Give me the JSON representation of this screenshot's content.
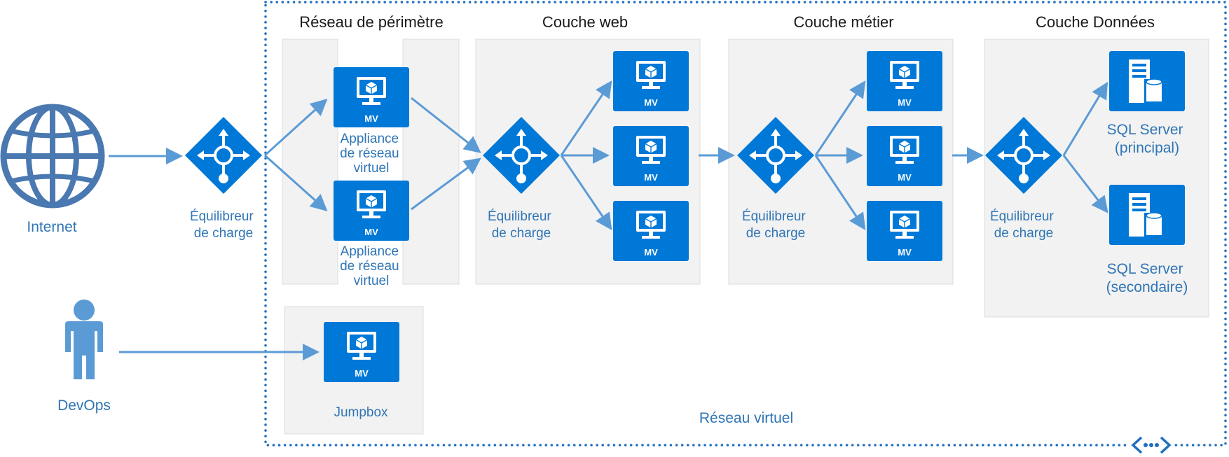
{
  "zones": {
    "perimeter": "Réseau de périmètre",
    "web": "Couche web",
    "business": "Couche métier",
    "data": "Couche Données"
  },
  "virtual_network_label": "Réseau virtuel",
  "internet_label": "Internet",
  "devops_label": "DevOps",
  "load_balancer_lines": [
    "Équilibreur",
    "de charge"
  ],
  "vm_label": "MV",
  "nva_lines": [
    "Appliance",
    "de réseau",
    "virtuel"
  ],
  "jumpbox_label": "Jumpbox",
  "sql_primary_lines": [
    "SQL Server",
    "(principal)"
  ],
  "sql_secondary_lines": [
    "SQL Server",
    "(secondaire)"
  ],
  "icons": {
    "internet": "globe-icon",
    "devops": "person-icon",
    "load_balancer": "load-balancer-icon",
    "vm": "vm-monitor-icon",
    "sql": "sql-server-icon",
    "vnet": "vnet-icon"
  },
  "colors": {
    "vm_fill": "#0078d7",
    "arrow": "#5b9bd5",
    "label_blue": "#2f75b5",
    "zone_fill": "#f2f2f2",
    "border_dots": "#1f6fbf",
    "globe": "#4a78b0",
    "person": "#5b9bd5"
  }
}
